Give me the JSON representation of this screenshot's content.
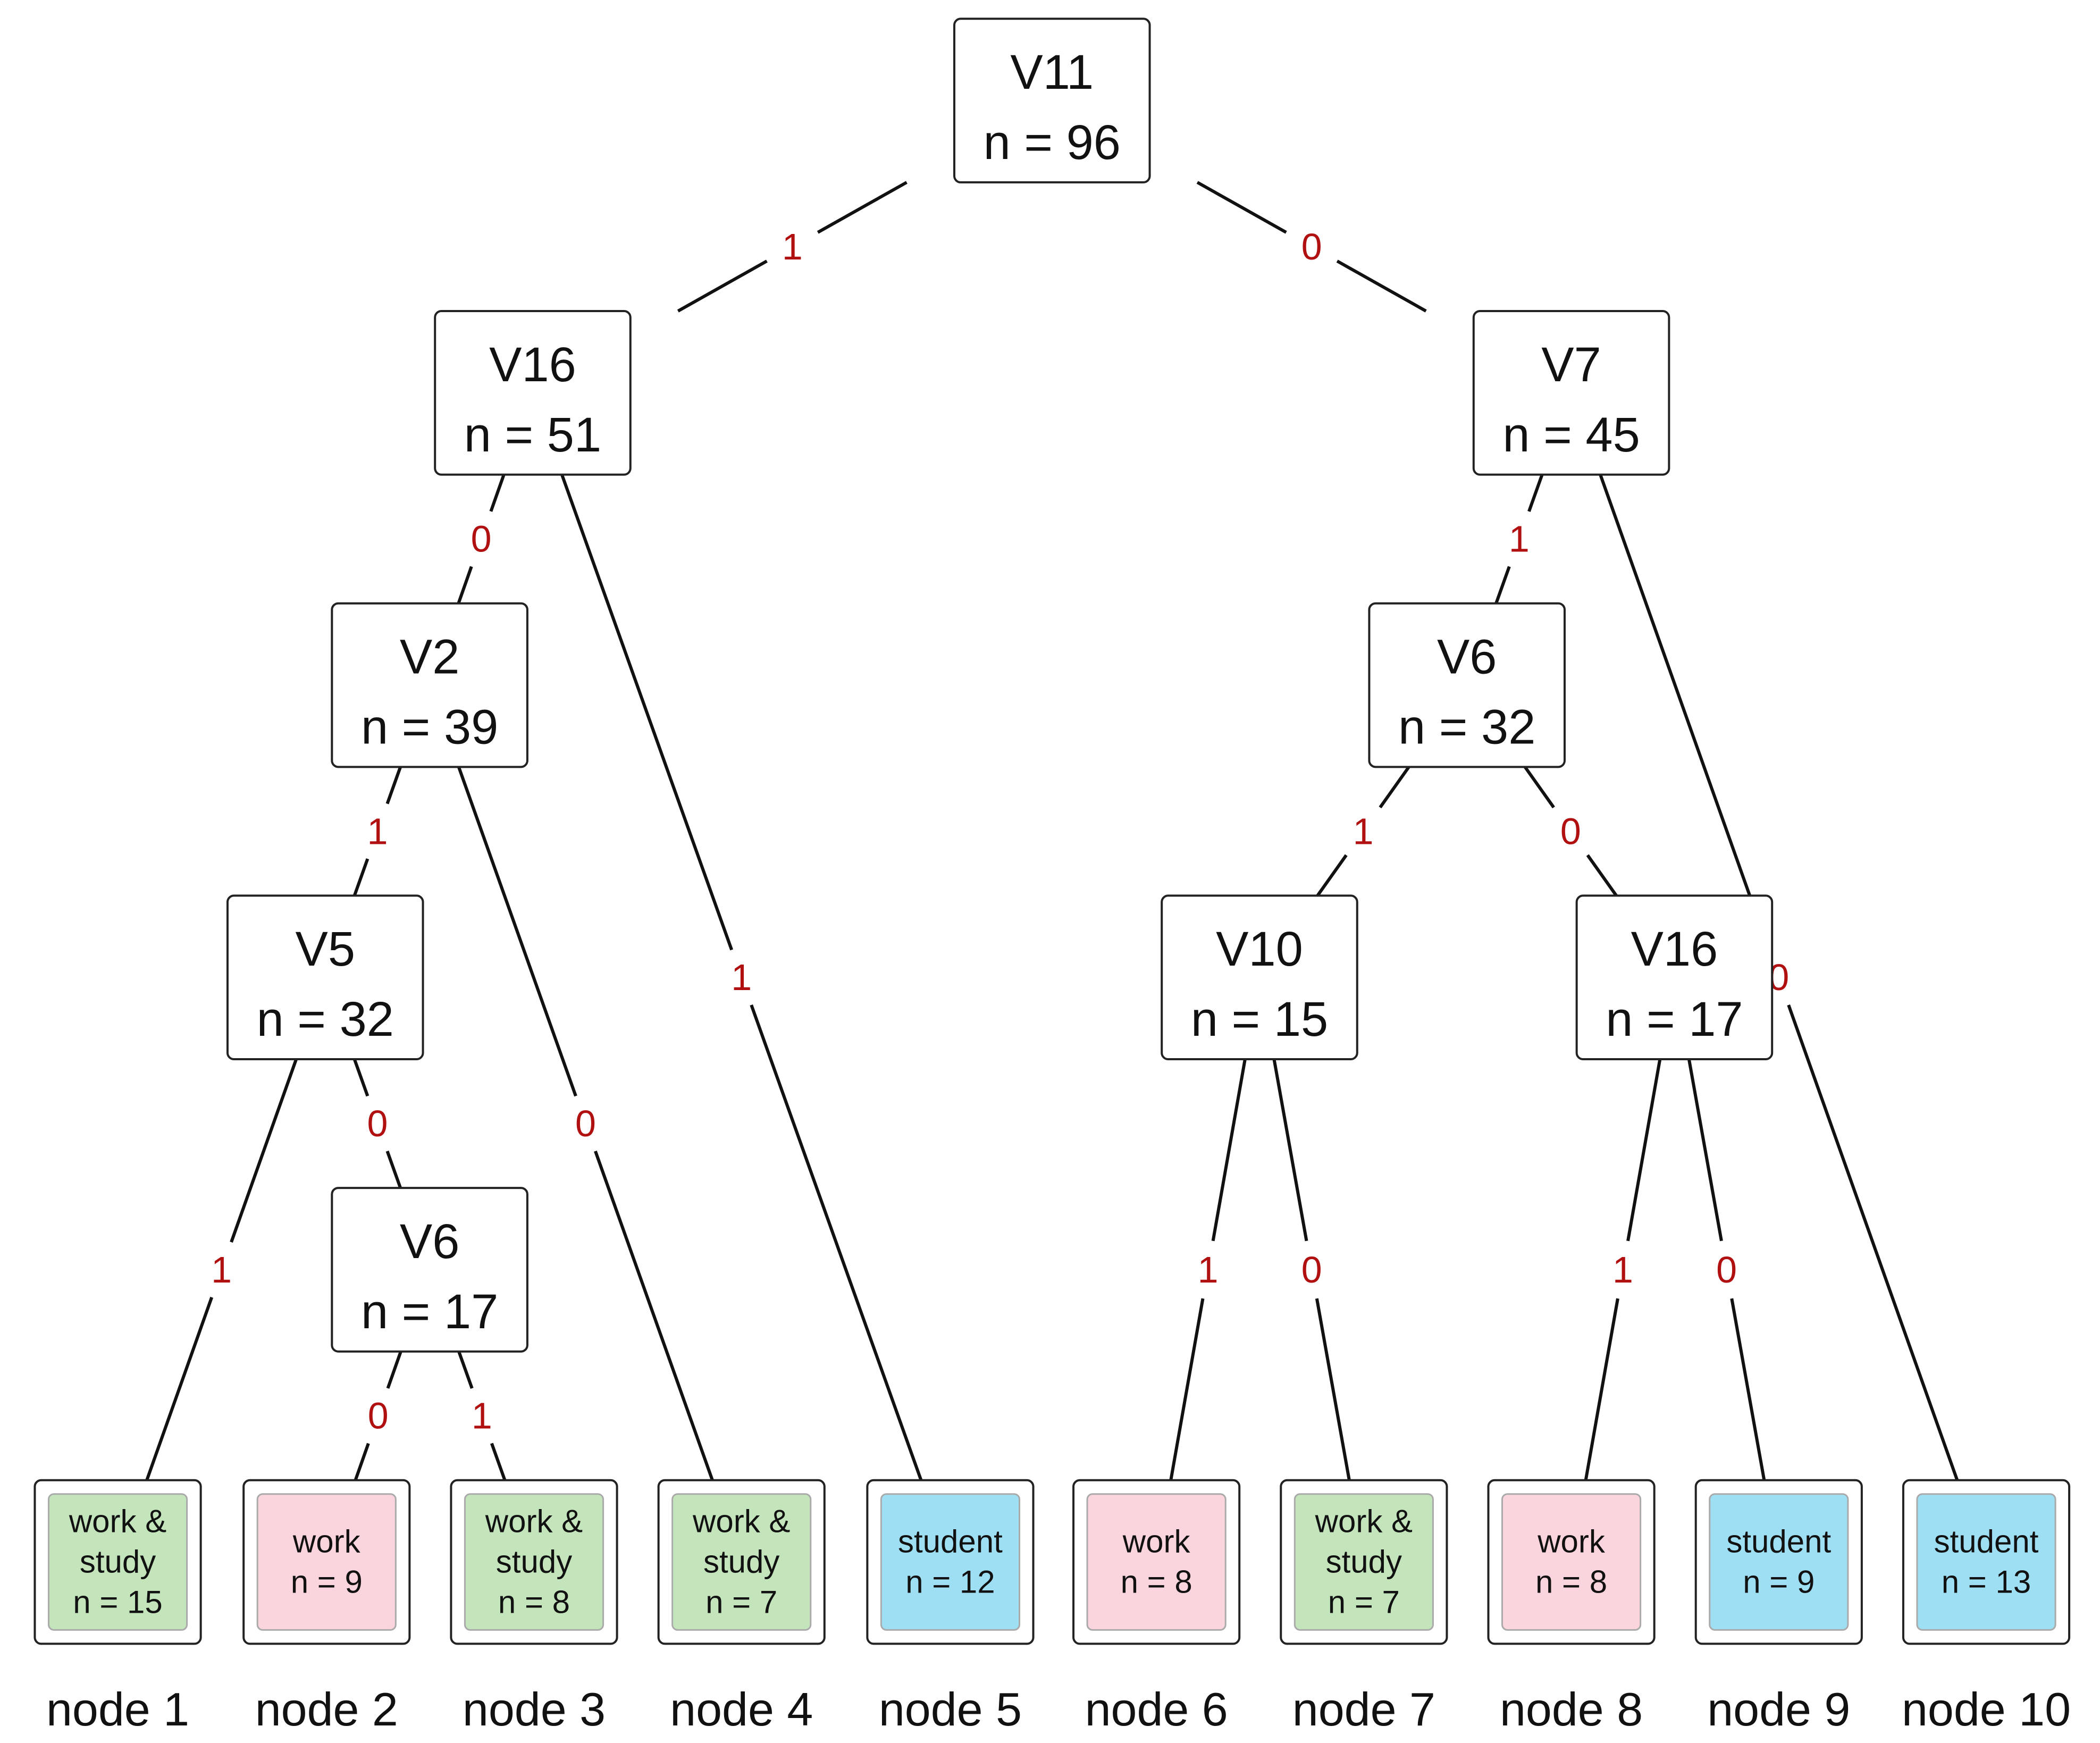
{
  "colors": {
    "work_and_study": "#c4e5bc",
    "work": "#fbd5dd",
    "student": "#9edff3",
    "edge_label": "#b01010"
  },
  "inner_nodes": [
    {
      "id": "root",
      "var": "V11",
      "n": "n = 96"
    },
    {
      "id": "v16a",
      "var": "V16",
      "n": "n = 51"
    },
    {
      "id": "v7",
      "var": "V7",
      "n": "n = 45"
    },
    {
      "id": "v2",
      "var": "V2",
      "n": "n = 39"
    },
    {
      "id": "v6a",
      "var": "V6",
      "n": "n = 32"
    },
    {
      "id": "v5",
      "var": "V5",
      "n": "n = 32"
    },
    {
      "id": "v10",
      "var": "V10",
      "n": "n = 15"
    },
    {
      "id": "v16b",
      "var": "V16",
      "n": "n = 17"
    },
    {
      "id": "v6b",
      "var": "V6",
      "n": "n = 17"
    }
  ],
  "leaves": [
    {
      "id": "leaf1",
      "lines": [
        "work &",
        "study",
        "n = 15"
      ],
      "cls": "work_and_study",
      "caption": "node 1"
    },
    {
      "id": "leaf2",
      "lines": [
        "work",
        "n = 9"
      ],
      "cls": "work",
      "caption": "node 2"
    },
    {
      "id": "leaf3",
      "lines": [
        "work &",
        "study",
        "n = 8"
      ],
      "cls": "work_and_study",
      "caption": "node 3"
    },
    {
      "id": "leaf4",
      "lines": [
        "work &",
        "study",
        "n = 7"
      ],
      "cls": "work_and_study",
      "caption": "node 4"
    },
    {
      "id": "leaf5",
      "lines": [
        "student",
        "n = 12"
      ],
      "cls": "student",
      "caption": "node 5"
    },
    {
      "id": "leaf6",
      "lines": [
        "work",
        "n = 8"
      ],
      "cls": "work",
      "caption": "node 6"
    },
    {
      "id": "leaf7",
      "lines": [
        "work &",
        "study",
        "n = 7"
      ],
      "cls": "work_and_study",
      "caption": "node 7"
    },
    {
      "id": "leaf8",
      "lines": [
        "work",
        "n = 8"
      ],
      "cls": "work",
      "caption": "node 8"
    },
    {
      "id": "leaf9",
      "lines": [
        "student",
        "n = 9"
      ],
      "cls": "student",
      "caption": "node 9"
    },
    {
      "id": "leaf10",
      "lines": [
        "student",
        "n = 13"
      ],
      "cls": "student",
      "caption": "node 10"
    }
  ],
  "edges": [
    {
      "from": "root",
      "to": "v16a",
      "label": "1"
    },
    {
      "from": "root",
      "to": "v7",
      "label": "0"
    },
    {
      "from": "v16a",
      "to": "v2",
      "label": "0"
    },
    {
      "from": "v16a",
      "to": "leaf5",
      "label": "1"
    },
    {
      "from": "v7",
      "to": "v6a",
      "label": "1"
    },
    {
      "from": "v7",
      "to": "leaf10",
      "label": "0"
    },
    {
      "from": "v2",
      "to": "v5",
      "label": "1"
    },
    {
      "from": "v2",
      "to": "leaf4",
      "label": "0"
    },
    {
      "from": "v5",
      "to": "leaf1",
      "label": "1"
    },
    {
      "from": "v5",
      "to": "v6b",
      "label": "0"
    },
    {
      "from": "v6b",
      "to": "leaf2",
      "label": "0"
    },
    {
      "from": "v6b",
      "to": "leaf3",
      "label": "1"
    },
    {
      "from": "v6a",
      "to": "v10",
      "label": "1"
    },
    {
      "from": "v6a",
      "to": "v16b",
      "label": "0"
    },
    {
      "from": "v10",
      "to": "leaf6",
      "label": "1"
    },
    {
      "from": "v10",
      "to": "leaf7",
      "label": "0"
    },
    {
      "from": "v16b",
      "to": "leaf8",
      "label": "1"
    },
    {
      "from": "v16b",
      "to": "leaf9",
      "label": "0"
    }
  ]
}
